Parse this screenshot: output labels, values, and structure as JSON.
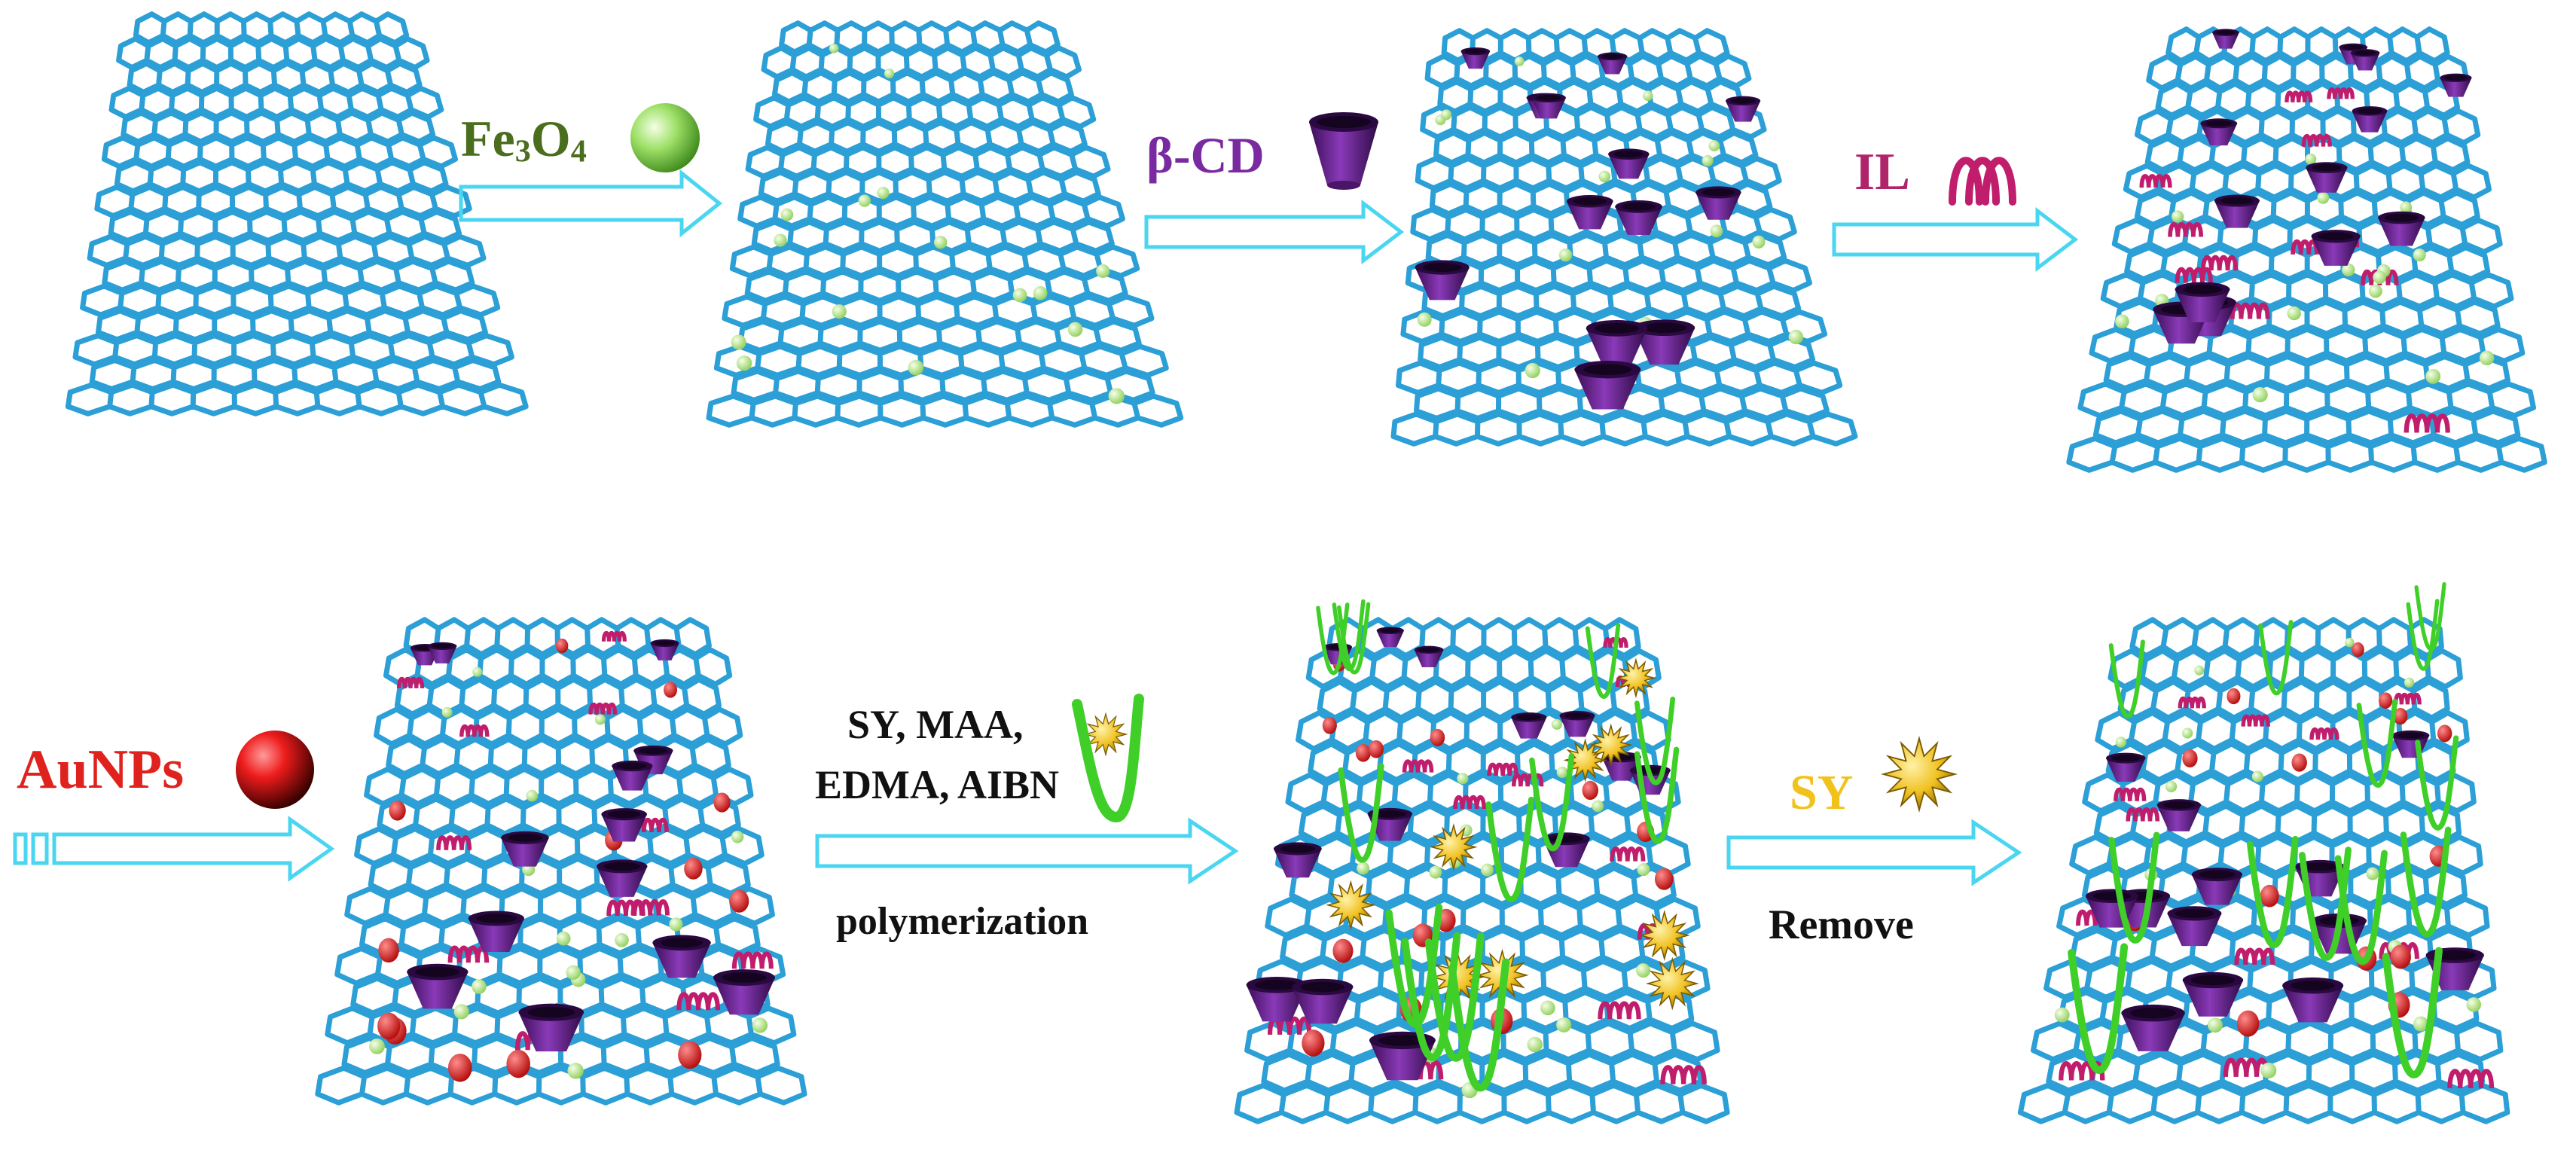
{
  "colors": {
    "lattice": "#2b9fd6",
    "arrow": "#4ad6f0",
    "fe3o4": "#4a6e1e",
    "bcd": "#7a2aa0",
    "il": "#b0246a",
    "aunps": "#e0221e",
    "sy": "#f2c21c",
    "text_dark": "#111111",
    "polymer": "#3fcf28",
    "cup": "#5a1a7a",
    "au_ball": "#e21a1a",
    "fe_ball": "#b8ec8a"
  },
  "steps": {
    "fe3o4": {
      "main": "Fe",
      "sub1": "3",
      "mid": "O",
      "sub2": "4",
      "icon": "green-sphere-icon"
    },
    "bcd": {
      "label": "β-CD",
      "icon": "cyclodextrin-cup-icon"
    },
    "il": {
      "label": "IL",
      "icon": "ionic-liquid-coil-icon"
    },
    "aunps": {
      "label": "AuNPs",
      "icon": "red-sphere-icon"
    },
    "polymerization": {
      "line1": "SY, MAA,",
      "line2": "EDMA, AIBN",
      "line3": "polymerization",
      "icon": "template-polymer-icon"
    },
    "remove": {
      "label": "SY",
      "sub_label": "Remove",
      "icon": "spiky-template-icon"
    }
  },
  "sheets": [
    {
      "name": "graphene-sheet",
      "stage": 0,
      "fe": false,
      "cup": false,
      "il": false,
      "au": false,
      "sy": false,
      "poly": false
    },
    {
      "name": "fe3o4-graphene-sheet",
      "stage": 1,
      "fe": true,
      "cup": false,
      "il": false,
      "au": false,
      "sy": false,
      "poly": false
    },
    {
      "name": "bcd-fe3o4-graphene-sheet",
      "stage": 2,
      "fe": true,
      "cup": true,
      "il": false,
      "au": false,
      "sy": false,
      "poly": false
    },
    {
      "name": "il-bcd-graphene-sheet",
      "stage": 3,
      "fe": true,
      "cup": true,
      "il": true,
      "au": false,
      "sy": false,
      "poly": false
    },
    {
      "name": "aunps-composite-sheet",
      "stage": 4,
      "fe": true,
      "cup": true,
      "il": true,
      "au": true,
      "sy": false,
      "poly": false
    },
    {
      "name": "polymerized-sheet",
      "stage": 5,
      "fe": true,
      "cup": true,
      "il": true,
      "au": true,
      "sy": true,
      "poly": true
    },
    {
      "name": "imprinted-sheet",
      "stage": 6,
      "fe": true,
      "cup": true,
      "il": true,
      "au": true,
      "sy": false,
      "poly": true
    }
  ]
}
